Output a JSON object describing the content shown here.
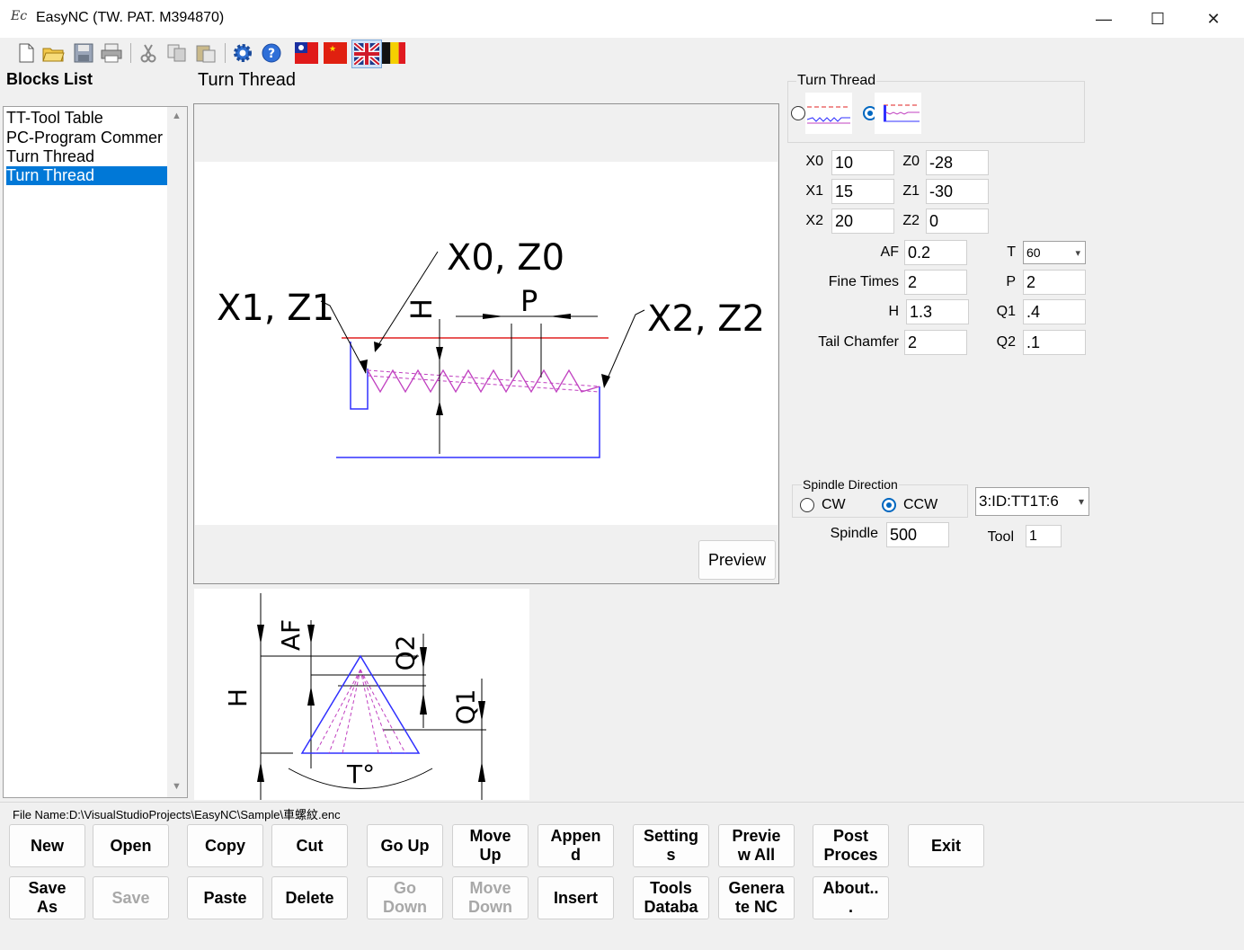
{
  "window": {
    "title": "EasyNC  (TW. PAT. M394870)",
    "icon": "easync-app-icon",
    "icon_text": "Ec",
    "controls": {
      "minimize": "—",
      "maximize": "☐",
      "close": "✕"
    }
  },
  "toolbar": {
    "icons": [
      "new-file-icon",
      "open-folder-icon",
      "save-icon",
      "print-icon",
      "cut-icon",
      "copy-icon",
      "paste-icon",
      "settings-gear-icon",
      "help-icon",
      "flag-taiwan-icon",
      "flag-china-icon",
      "flag-uk-icon",
      "flag-belgium-icon"
    ]
  },
  "blocks_list": {
    "heading": "Blocks List",
    "items": [
      {
        "label": "TT-Tool Table",
        "selected": false
      },
      {
        "label": "PC-Program Commer",
        "selected": false
      },
      {
        "label": "Turn Thread",
        "selected": false
      },
      {
        "label": "Turn Thread",
        "selected": true
      }
    ]
  },
  "preview_panel": {
    "heading": "Turn Thread",
    "preview_button": "Preview",
    "diagram_labels": {
      "x0z0": "X0, Z0",
      "x1z1": "X1, Z1",
      "x2z2": "X2, Z2",
      "h": "H",
      "p": "P"
    }
  },
  "detail_diagram_labels": {
    "af": "AF",
    "h": "H",
    "q1": "Q1",
    "q2": "Q2",
    "t": "T°"
  },
  "thread_group": {
    "title": "Turn Thread",
    "options": [
      {
        "name": "external-thread",
        "selected": false
      },
      {
        "name": "internal-thread",
        "selected": true
      }
    ]
  },
  "fields": {
    "x0": {
      "label": "X0",
      "value": "10"
    },
    "z0": {
      "label": "Z0",
      "value": "-28"
    },
    "x1": {
      "label": "X1",
      "value": "15"
    },
    "z1": {
      "label": "Z1",
      "value": "-30"
    },
    "x2": {
      "label": "X2",
      "value": "20"
    },
    "z2": {
      "label": "Z2",
      "value": "0"
    },
    "af": {
      "label": "AF",
      "value": "0.2"
    },
    "t": {
      "label": "T",
      "value": "60"
    },
    "fine_times": {
      "label": "Fine Times",
      "value": "2"
    },
    "p": {
      "label": "P",
      "value": "2"
    },
    "h": {
      "label": "H",
      "value": "1.3"
    },
    "q1": {
      "label": "Q1",
      "value": ".4"
    },
    "tail_chamfer": {
      "label": "Tail Chamfer",
      "value": "2"
    },
    "q2": {
      "label": "Q2",
      "value": ".1"
    }
  },
  "spindle_group": {
    "title": "Spindle Direction",
    "cw": "CW",
    "ccw": "CCW",
    "selected": "CCW",
    "tool_combo": "3:ID:TT1T:6",
    "spindle_label": "Spindle",
    "spindle_value": "500",
    "tool_label": "Tool",
    "tool_value": "1"
  },
  "status": {
    "file_name": "File Name:D:\\VisualStudioProjects\\EasyNC\\Sample\\車螺紋.enc"
  },
  "buttons": {
    "new": "New",
    "open": "Open",
    "copy": "Copy",
    "cut": "Cut",
    "go_up": "Go Up",
    "move_up_1": "Move",
    "move_up_2": "Up",
    "append_1": "Appen",
    "append_2": "d",
    "settings_1": "Setting",
    "settings_2": "s",
    "preview_all_1": "Previe",
    "preview_all_2": "w All",
    "post_process_1": "Post",
    "post_process_2": "Proces",
    "exit": "Exit",
    "save_as_1": "Save",
    "save_as_2": "As",
    "save": "Save",
    "paste": "Paste",
    "delete": "Delete",
    "go_down_1": "Go",
    "go_down_2": "Down",
    "move_down_1": "Move",
    "move_down_2": "Down",
    "insert": "Insert",
    "tools_db_1": "Tools",
    "tools_db_2": "Databa",
    "generate_nc_1": "Genera",
    "generate_nc_2": "te NC",
    "about_1": "About..",
    "about_2": "."
  },
  "colors": {
    "selection": "#0078d7",
    "diagram_blue": "#1a1aff",
    "diagram_red": "#e02020",
    "diagram_magenta": "#c040c0"
  }
}
